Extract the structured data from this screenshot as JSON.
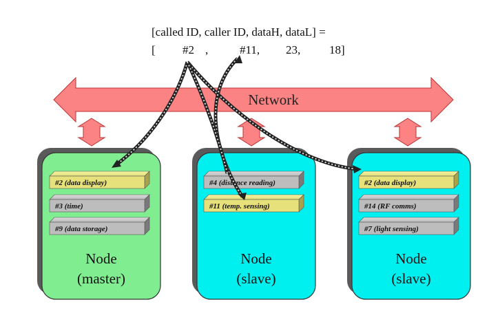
{
  "message": {
    "header": "[called ID, caller ID, dataH, dataL] =",
    "values": {
      "open": "[",
      "called": "#2",
      "sep": ",",
      "caller": "#11,",
      "dataH": "23,",
      "dataL": "18]"
    }
  },
  "network": {
    "label": "Network"
  },
  "nodes": [
    {
      "title": "Node",
      "role": "(master)",
      "color": "#80ee90",
      "modules": [
        "#2 (data display)",
        "#3 (time)",
        "#9 (data storage)"
      ]
    },
    {
      "title": "Node",
      "role": "(slave)",
      "color": "#00f0f0",
      "modules": [
        "#4 (distance reading)",
        "#11 (temp. sensing)"
      ]
    },
    {
      "title": "Node",
      "role": "(slave)",
      "color": "#00f0f0",
      "modules": [
        "#2 (data display)",
        "#14 (RF comms)",
        "#7 (light sensing)"
      ]
    }
  ],
  "colors": {
    "network": "#fb8383",
    "module_active": "#e6e17a",
    "module_idle": "#bdbdbd",
    "shadow": "#555555"
  }
}
